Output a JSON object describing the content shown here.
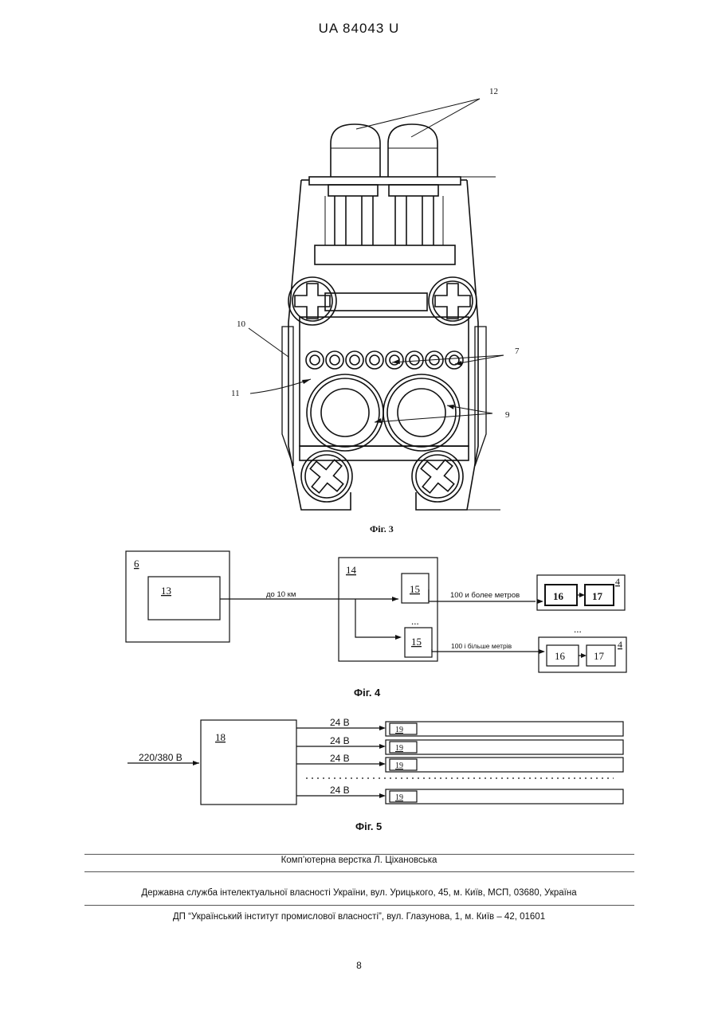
{
  "header": {
    "doc_number": "UA   84043   U"
  },
  "fig3": {
    "caption": "Фіг. 3",
    "labels": {
      "l12": "12",
      "l10": "10",
      "l11": "11",
      "l7": "7",
      "l9": "9"
    }
  },
  "fig4": {
    "caption": "Фіг. 4",
    "box6": "6",
    "box13": "13",
    "box14": "14",
    "box15a": "15",
    "box15b": "15",
    "ellipsis_mid": "...",
    "ellipsis_right": "...",
    "link_main": "до 10 км",
    "link_top": "100 и более метров",
    "link_bottom": "100 і більше метрів",
    "box16a": "16",
    "box17a": "17",
    "box4a": "4",
    "box16b": "16",
    "box17b": "17",
    "box4b": "4"
  },
  "fig5": {
    "caption": "Фіг. 5",
    "box18": "18",
    "input_voltage": "220/380 В",
    "outputs": [
      {
        "voltage": "24 В",
        "unit": "19"
      },
      {
        "voltage": "24 В",
        "unit": "19"
      },
      {
        "voltage": "24 В",
        "unit": "19"
      },
      {
        "voltage": "24 В",
        "unit": "19"
      }
    ]
  },
  "footer": {
    "layout_credit": "Комп’ютерна верстка Л. Ціхановська",
    "agency": "Державна служба інтелектуальної власності України, вул. Урицького, 45, м. Київ, МСП, 03680, Україна",
    "institute": "ДП “Український інститут промислової власності”, вул. Глазунова, 1, м. Київ – 42, 01601"
  },
  "page_number": "8"
}
